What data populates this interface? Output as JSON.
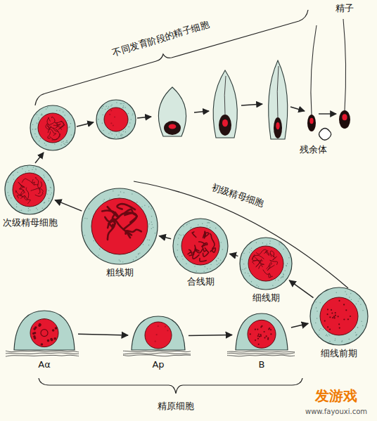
{
  "diagram": {
    "nodes": [
      {
        "text": [
          "Aα"
        ]
      },
      {
        "text": [
          "Ap"
        ]
      },
      {
        "text": [
          "B"
        ]
      },
      {
        "text": [
          "细线前期"
        ]
      },
      {
        "text": [
          "细线期"
        ]
      },
      {
        "text": [
          "合线期"
        ]
      },
      {
        "text": [
          "粗线期"
        ]
      },
      {
        "text": [
          "次级精母细胞"
        ]
      }
    ],
    "edges": [
      {
        "from": 0,
        "to": 1,
        "arrow": "to"
      },
      {
        "from": 1,
        "to": 2,
        "arrow": "to"
      },
      {
        "from": 2,
        "to": 3,
        "arrow": "to"
      },
      {
        "from": 3,
        "to": 4,
        "arrow": "to"
      },
      {
        "from": 4,
        "to": 5,
        "arrow": "to"
      },
      {
        "from": 5,
        "to": 6,
        "arrow": "to"
      },
      {
        "from": 6,
        "to": 7,
        "arrow": "to"
      }
    ],
    "labels": [
      "不同发育阶段的精子细胞",
      "精子",
      "残余体",
      "初级精母细胞",
      "精原细胞",
      "发游戏",
      "www.fayouxi.com"
    ]
  }
}
